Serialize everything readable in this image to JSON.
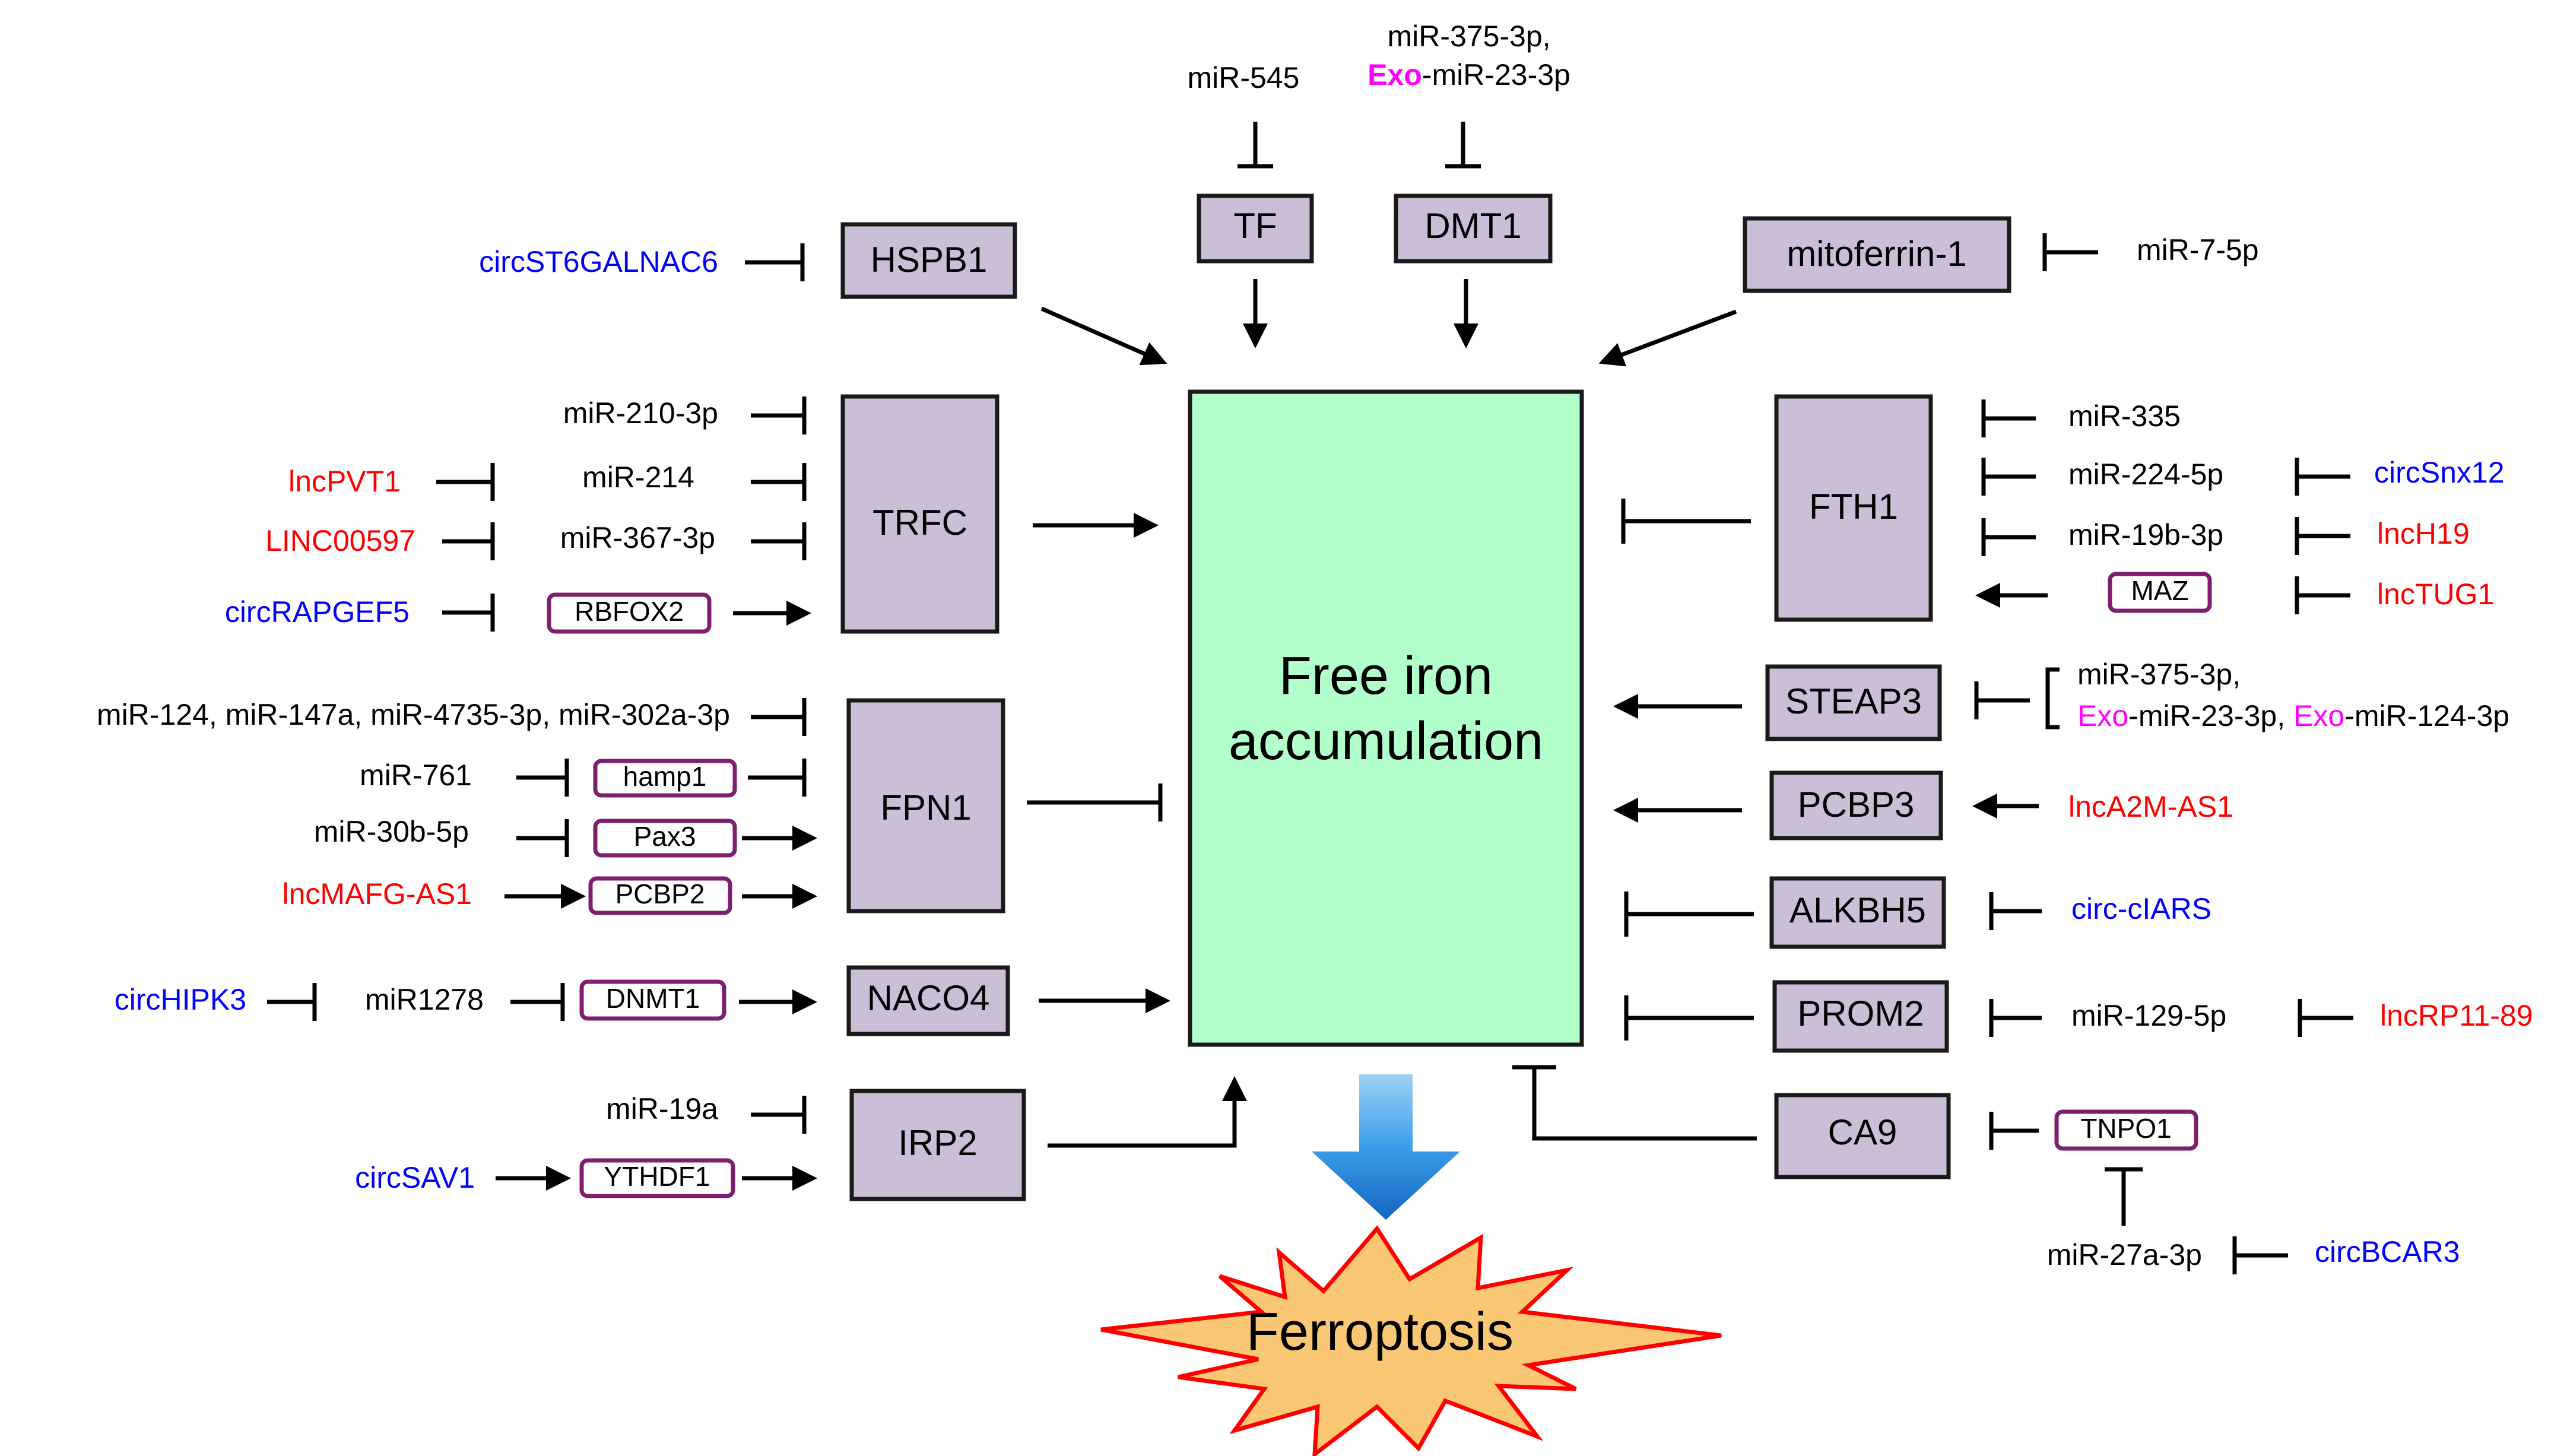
{
  "colors": {
    "gene_box_fill": "#cbbfd8",
    "gene_box_stroke": "#1a1a1a",
    "small_box_stroke": "#7b1f6e",
    "core_fill": "#b3ffcc",
    "mirna_text": "#000000",
    "lncrna_text": "#ff0000",
    "circrna_text": "#0000ff",
    "exo_text": "#ff00ff",
    "burst_fill": "#fac774",
    "burst_stroke": "#ff0000",
    "down_arrow": "#1e88e5"
  },
  "core": {
    "line1": "Free iron",
    "line2": "accumulation"
  },
  "outcome": {
    "label": "Ferroptosis",
    "shape": "explosion-burst"
  },
  "genes": {
    "tf": "TF",
    "dmt1": "DMT1",
    "hspb1": "HSPB1",
    "mitoferrin": "mitoferrin-1",
    "trfc": "TRFC",
    "fpn1": "FPN1",
    "naco4": "NACO4",
    "irp2": "IRP2",
    "fth1": "FTH1",
    "steap3": "STEAP3",
    "pcbp3": "PCBP3",
    "alkbh5": "ALKBH5",
    "prom2": "PROM2",
    "ca9": "CA9"
  },
  "mediators": {
    "rbfox2": "RBFOX2",
    "hamp1": "hamp1",
    "pax3": "Pax3",
    "pcbp2": "PCBP2",
    "dnmt1": "DNMT1",
    "ythdf1": "YTHDF1",
    "maz": "MAZ",
    "tnpo1": "TNPO1"
  },
  "regulators": {
    "mir545": "miR-545",
    "dmt1_mir_line1": "miR-375-3p,",
    "exo": "Exo",
    "mir23_suffix": "-miR-23-3p",
    "circst6": "circST6GALNAC6",
    "mir7": "miR-7-5p",
    "mir210": "miR-210-3p",
    "mir214": "miR-214",
    "mir367": "miR-367-3p",
    "lncpvt1": "lncPVT1",
    "linc00597": "LINC00597",
    "circrapgef5": "circRAPGEF5",
    "fpn1_mirs": "miR-124, miR-147a, miR-4735-3p, miR-302a-3p",
    "mir761": "miR-761",
    "mir30b": "miR-30b-5p",
    "lncmafg": "lncMAFG-AS1",
    "circhipk3": "circHIPK3",
    "mir1278": "miR1278",
    "mir19a": "miR-19a",
    "circsav1": "circSAV1",
    "mir335": "miR-335",
    "mir224": "miR-224-5p",
    "mir19b": "miR-19b-3p",
    "circsnx12": "circSnx12",
    "lnch19": "lncH19",
    "lnctug1": "lncTUG1",
    "steap3_line1": "miR-375-3p,",
    "steap3_sep": ", ",
    "mir124_suffix": "-miR-124-3p",
    "lnca2m": "lncA2M-AS1",
    "circciars": "circ-cIARS",
    "mir129": "miR-129-5p",
    "lncrp11": "lncRP11-89",
    "mir27a": "miR-27a-3p",
    "circbcar3": "circBCAR3"
  }
}
